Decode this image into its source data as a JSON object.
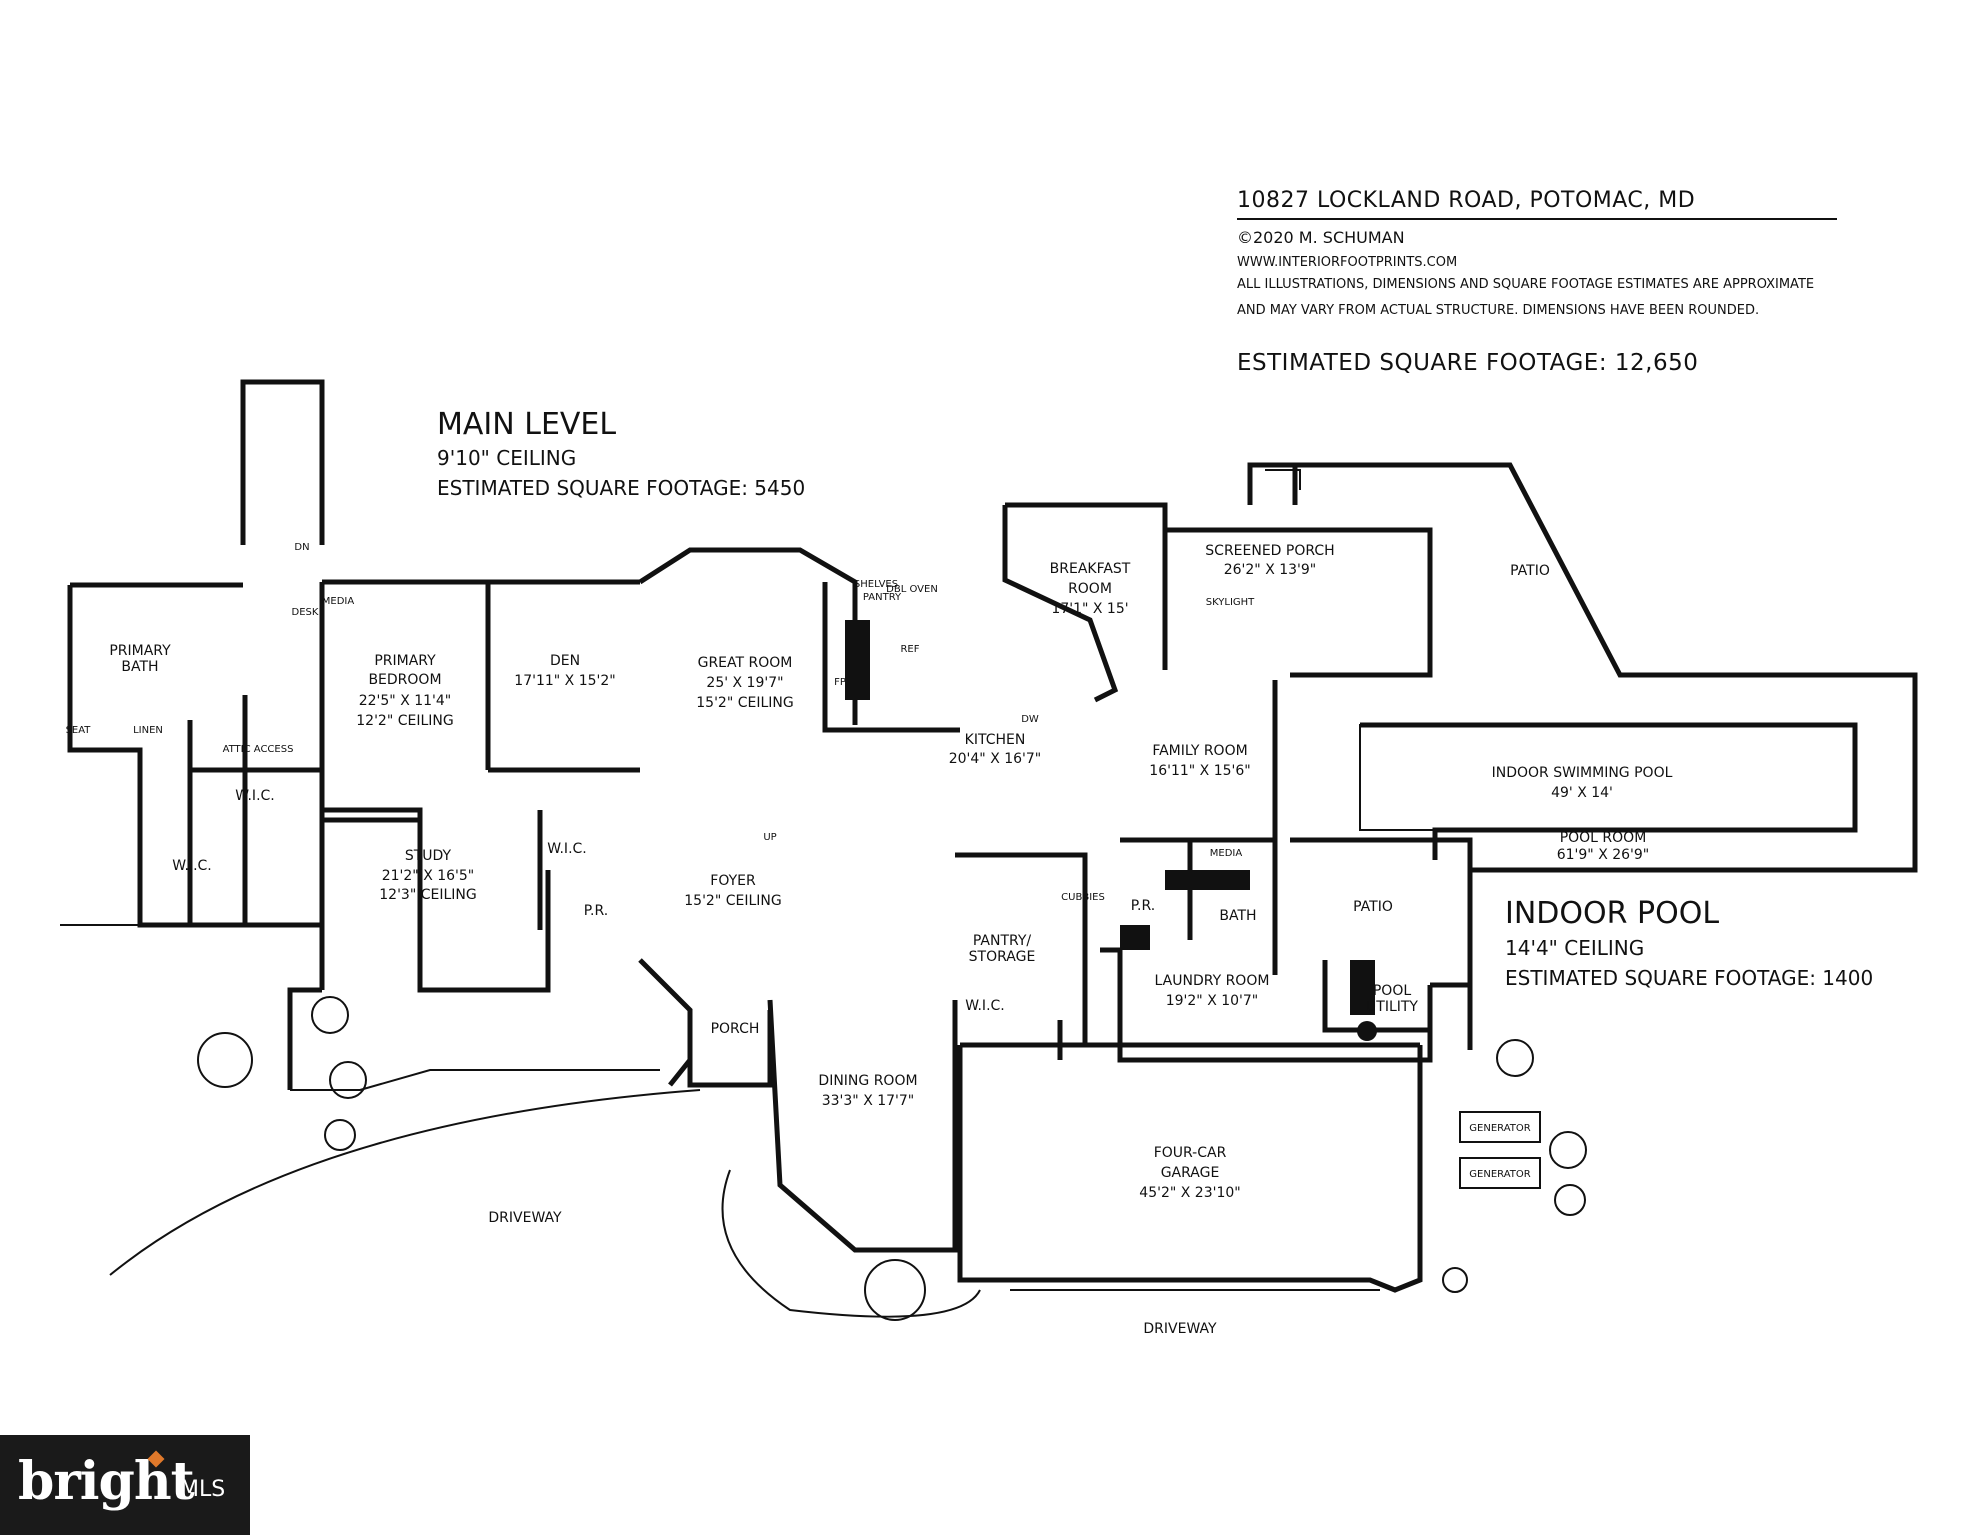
{
  "header": {
    "address": "10827 LOCKLAND ROAD, POTOMAC, MD",
    "copyright": "©2020 M. SCHUMAN",
    "website": "WWW.INTERIORFOOTPRINTS.COM",
    "disclaimer_line1": "ALL ILLUSTRATIONS, DIMENSIONS AND SQUARE FOOTAGE ESTIMATES ARE APPROXIMATE",
    "disclaimer_line2": "AND MAY VARY FROM ACTUAL STRUCTURE. DIMENSIONS HAVE BEEN ROUNDED.",
    "total_sqft": "ESTIMATED SQUARE FOOTAGE: 12,650"
  },
  "main_level": {
    "title": "MAIN LEVEL",
    "ceiling": "9'10\" CEILING",
    "sqft": "ESTIMATED SQUARE FOOTAGE: 5450"
  },
  "indoor_pool": {
    "title": "INDOOR POOL",
    "ceiling": "14'4\" CEILING",
    "sqft": "ESTIMATED SQUARE FOOTAGE: 1400"
  },
  "rooms": {
    "primary_bath": [
      "PRIMARY",
      "BATH"
    ],
    "primary_bedroom": [
      "PRIMARY",
      "BEDROOM",
      "22'5\" X 11'4\"",
      "12'2\" CEILING"
    ],
    "den": [
      "DEN",
      "17'11\" X 15'2\""
    ],
    "great_room": [
      "GREAT ROOM",
      "25' X 19'7\"",
      "15'2\" CEILING"
    ],
    "breakfast_room": [
      "BREAKFAST",
      "ROOM",
      "17'1\" X 15'"
    ],
    "screened_porch": [
      "SCREENED PORCH",
      "26'2\" X 13'9\""
    ],
    "patio_top": [
      "PATIO"
    ],
    "kitchen": [
      "KITCHEN",
      "20'4\" X 16'7\""
    ],
    "family_room": [
      "FAMILY ROOM",
      "16'11\" X 15'6\""
    ],
    "indoor_swimming_pool": [
      "INDOOR SWIMMING POOL",
      "49' X 14'"
    ],
    "pool_room": [
      "POOL ROOM",
      "61'9\" X 26'9\""
    ],
    "wic_left_upper": [
      "W.I.C."
    ],
    "wic_left_lower": [
      "W.I.C."
    ],
    "study": [
      "STUDY",
      "21'2\" X 16'5\"",
      "12'3\" CEILING"
    ],
    "wic_mid": [
      "W.I.C."
    ],
    "powder_left": [
      "P.R."
    ],
    "foyer": [
      "FOYER",
      "15'2\" CEILING"
    ],
    "pantry_storage": [
      "PANTRY/",
      "STORAGE"
    ],
    "wic_right": [
      "W.I.C."
    ],
    "powder_right": [
      "P.R."
    ],
    "bath": [
      "BATH"
    ],
    "patio_mid": [
      "PATIO"
    ],
    "laundry_room": [
      "LAUNDRY ROOM",
      "19'2\" X 10'7\""
    ],
    "pool_utility": [
      "POOL",
      "UTILITY"
    ],
    "porch": [
      "PORCH"
    ],
    "dining_room": [
      "DINING ROOM",
      "33'3\" X 17'7\""
    ],
    "garage": [
      "FOUR-CAR",
      "GARAGE",
      "45'2\" X 23'10\""
    ],
    "driveway_left": [
      "DRIVEWAY"
    ],
    "driveway_bottom": [
      "DRIVEWAY"
    ]
  },
  "fixtures": {
    "generator_1": "GENERATOR",
    "generator_2": "GENERATOR",
    "media_1": "MEDIA",
    "media_2": "MEDIA",
    "desk": "DESK",
    "seat": "SEAT",
    "linen": "LINEN",
    "attic_access": "ATTIC ACCESS",
    "pantry": "PANTRY",
    "shelves": "SHELVES",
    "dbl_oven": "DBL OVEN",
    "ref": "REF",
    "fp": "FP",
    "dw": "DW",
    "cubbies": "CUBBIES",
    "skylight": "SKYLIGHT",
    "up": "UP",
    "dn": "DN"
  },
  "logo": {
    "brand": "bright",
    "suffix": "MLS"
  }
}
